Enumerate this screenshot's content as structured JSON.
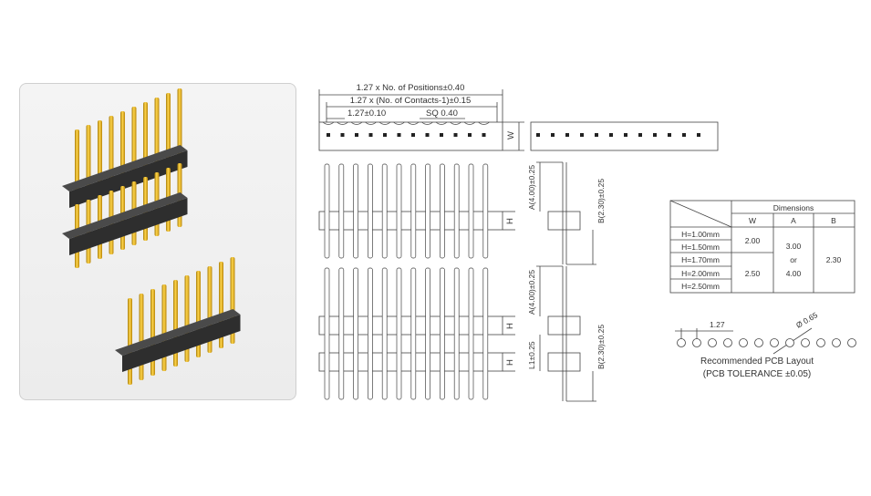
{
  "dimensions": {
    "positions_length": "1.27 x No. of Positions±0.40",
    "contacts_length": "1.27 x (No. of Contacts-1)±0.15",
    "pitch": "1.27±0.10",
    "pin_square": "SQ 0.40",
    "width_label": "W",
    "height_label": "H",
    "a_upper": "A(4.00)±0.25",
    "b_upper": "B(2.30)±0.25",
    "a_lower": "A(4.00)±0.25",
    "l1": "L1±0.25",
    "b_lower": "B(2.30)±0.25"
  },
  "table": {
    "header": "Dimensions",
    "columns": [
      "W",
      "A",
      "B"
    ],
    "rows": [
      "H=1.00mm",
      "H=1.50mm",
      "H=1.70mm",
      "H=2.00mm",
      "H=2.50mm"
    ],
    "w_values": [
      "2.00",
      "2.50"
    ],
    "a_values": [
      "3.00",
      "or",
      "4.00"
    ],
    "b_value": "2.30"
  },
  "pcb": {
    "pitch": "1.27",
    "hole": "Ø 0.65",
    "caption_line1": "Recommended PCB Layout",
    "caption_line2": "(PCB TOLERANCE ±0.05)"
  }
}
